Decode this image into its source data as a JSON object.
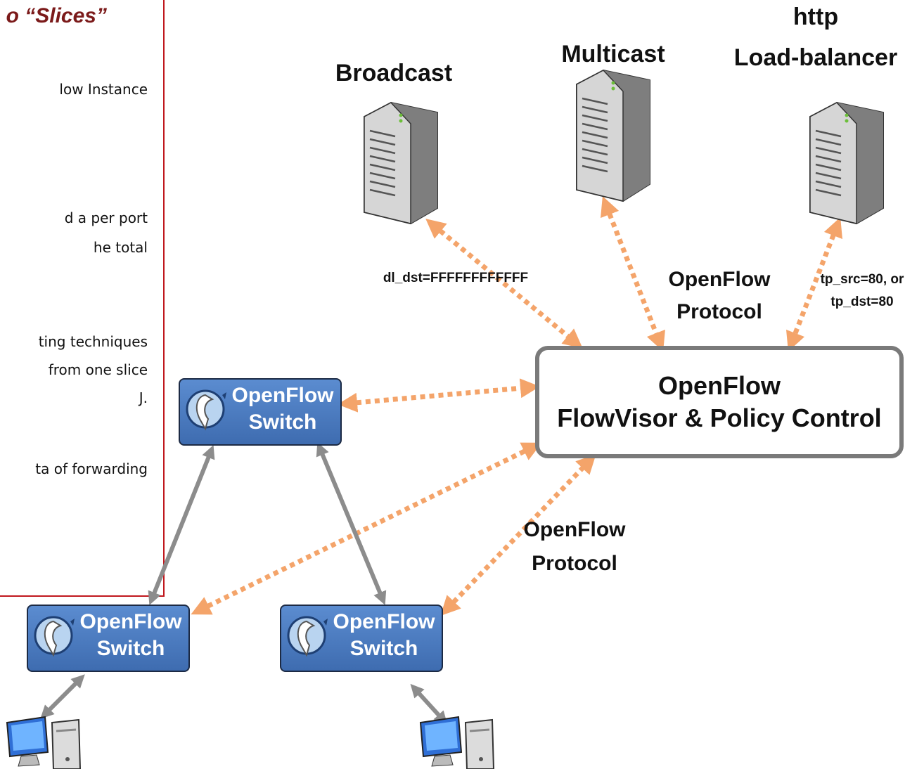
{
  "panel": {
    "title": "o “Slices”",
    "lines": [
      "low Instance",
      "d a per port",
      "he total",
      "ting techniques",
      "from one slice",
      "J.",
      "ta of forwarding"
    ]
  },
  "servers": [
    {
      "label": "Broadcast",
      "icon": "server-tower-icon"
    },
    {
      "label": "Multicast",
      "icon": "server-tower-icon"
    },
    {
      "label_line1": "http",
      "label_line2": "Load-balancer",
      "icon": "server-tower-icon"
    }
  ],
  "matches": {
    "broadcast": "dl_dst=FFFFFFFFFFFF",
    "http_line1": "tp_src=80, or",
    "http_line2": "tp_dst=80"
  },
  "protocol_labels": {
    "top_line1": "OpenFlow",
    "top_line2": "Protocol",
    "bottom_line1": "OpenFlow",
    "bottom_line2": "Protocol"
  },
  "flowvisor": {
    "line1": "OpenFlow",
    "line2": "FlowVisor & Policy Control"
  },
  "switches": [
    {
      "label": "OpenFlow Switch",
      "icon": "openflow-logo-icon"
    },
    {
      "label": "OpenFlow Switch",
      "icon": "openflow-logo-icon"
    },
    {
      "label": "OpenFlow Switch",
      "icon": "openflow-logo-icon"
    }
  ],
  "hosts": [
    {
      "icon": "desktop-computer-icon"
    },
    {
      "icon": "desktop-computer-icon"
    }
  ],
  "colors": {
    "control_link": "#f4a46a",
    "data_link": "#8c8c8c",
    "switch_fill": "#4f7fc3",
    "panel_border": "#c0181e",
    "panel_title": "#7b1a1a"
  }
}
